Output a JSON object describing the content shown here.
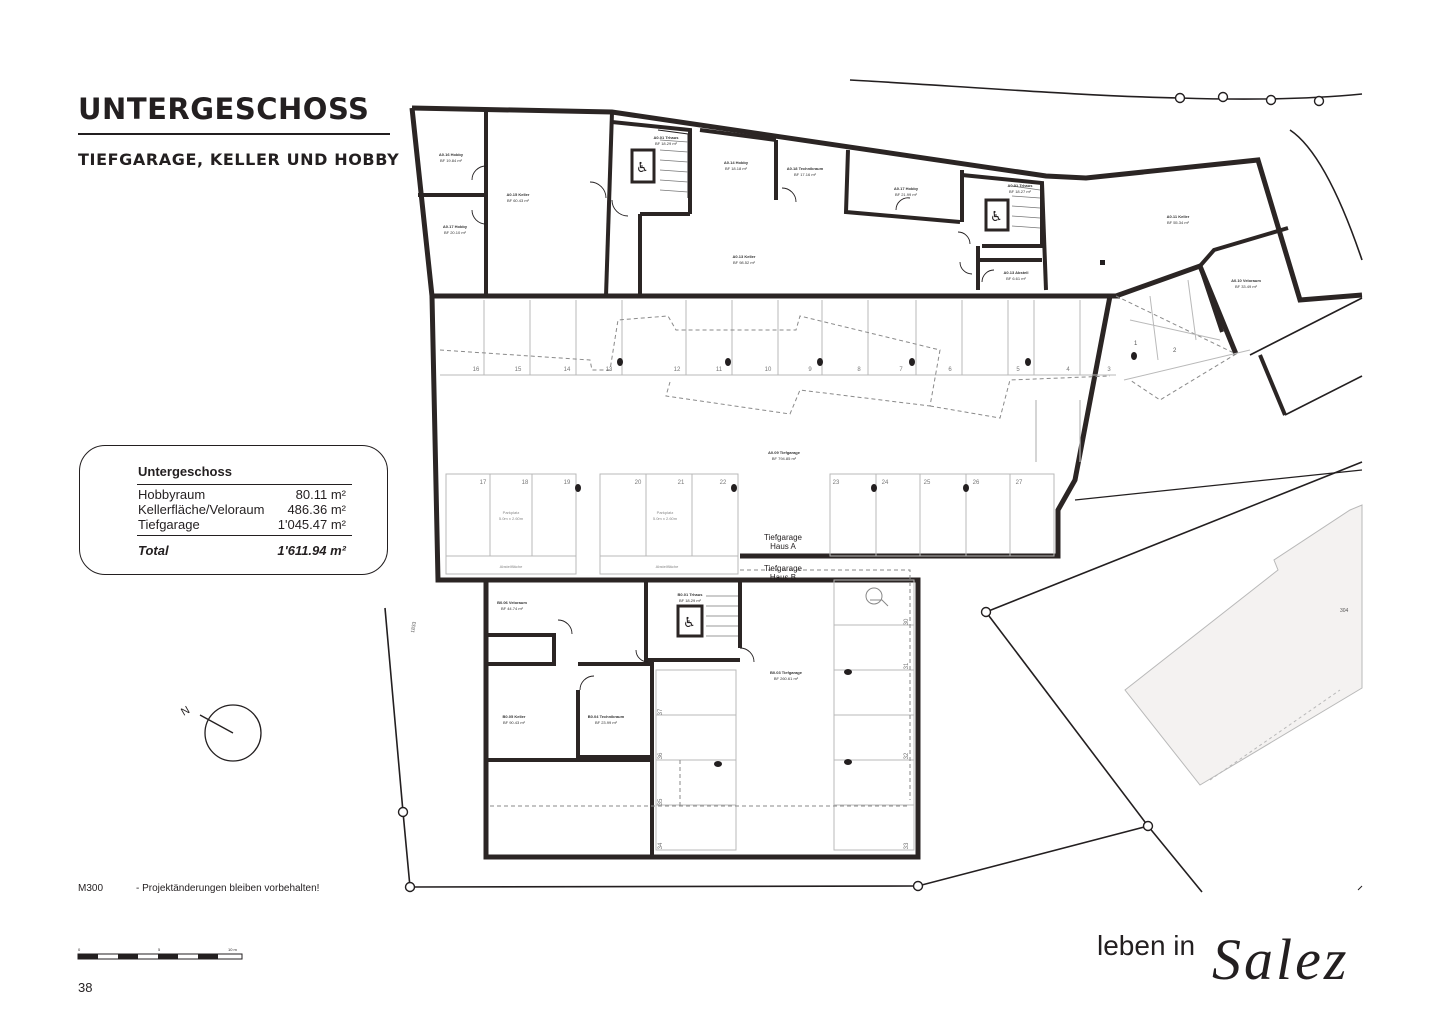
{
  "header": {
    "title": "UNTERGESCHOSS",
    "subtitle": "TIEFGARAGE, KELLER UND HOBBY"
  },
  "area_table": {
    "title": "Untergeschoss",
    "rows": [
      {
        "label": "Hobbyraum",
        "value": "80.11 m²"
      },
      {
        "label": "Kellerfläche/Veloraum",
        "value": "486.36 m²"
      },
      {
        "label": "Tiefgarage",
        "value": "1'045.47 m²"
      }
    ],
    "total_label": "Total",
    "total_value": "1'611.94 m²"
  },
  "footer": {
    "scale": "M300",
    "remark": "- Projektänderungen bleiben vorbehalten!",
    "page_number": "38",
    "scale_bar_labels": [
      "0",
      "5",
      "10 m"
    ]
  },
  "branding": {
    "prefix": "leben in",
    "name": "Salez"
  },
  "plan": {
    "compass_label": "N",
    "garage_labels": {
      "haus_a": [
        "Tiefgarage",
        "Haus A"
      ],
      "haus_b": [
        "Tiefgarage",
        "Haus B"
      ]
    },
    "rooms": {
      "a016": [
        "A0.16 Hobby",
        "BF 19.84 m²"
      ],
      "a017": [
        "A0.17 Hobby",
        "BF 20.10 m²"
      ],
      "a015": [
        "A0.15 Keller",
        "BF 60.43 m²"
      ],
      "a001": [
        "A0.01 Trhaus",
        "BF 18.29 m²"
      ],
      "a014": [
        "A0.14 Hobby",
        "BF 18.18 m²"
      ],
      "a018": [
        "A0.18 Technikraum",
        "BF 17.16 m²"
      ],
      "a017b": [
        "A0.17 Hobby",
        "BF 21.99 m²"
      ],
      "a013k": [
        "A0.13 Keller",
        "BF 98.52 m²"
      ],
      "a0trb": [
        "A0.01 Trhaus",
        "BF 18.27 m²"
      ],
      "a013a": [
        "A0.13 Abstell",
        "BF 6.61 m²"
      ],
      "a011": [
        "A0.11 Keller",
        "BF 55.34 m²"
      ],
      "a010": [
        "A0.10 Veloraum",
        "BF 33.49 m²"
      ],
      "a009": [
        "A0.09 Tiefgarage",
        "BF 794.85 m²"
      ],
      "b006": [
        "B0.06 Veloraum",
        "BF 44.74 m²"
      ],
      "b001": [
        "B0.01 Trhaus",
        "BF 18.29 m²"
      ],
      "b003": [
        "B0.03 Tiefgarage",
        "BF 260.61 m²"
      ],
      "b005": [
        "B0.05 Keller",
        "BF 90.43 m²"
      ],
      "b004": [
        "B0.04 Technikraum",
        "BF 23.99 m²"
      ]
    },
    "parkplatz_a": [
      "Parkplatz",
      "5.0m x 2.60m"
    ],
    "parkplatz_b": [
      "Parkplatz",
      "5.0m x 2.60m"
    ],
    "abstell_a": "Abstellfläche",
    "abstell_b": "Abstellfläche",
    "spaces_top": [
      "16",
      "15",
      "14",
      "13",
      "12",
      "11",
      "10",
      "9",
      "8",
      "7",
      "6",
      "5",
      "4",
      "3"
    ],
    "spaces_mid_left": [
      "17",
      "18",
      "19"
    ],
    "spaces_mid_center": [
      "20",
      "21",
      "22"
    ],
    "spaces_mid_right": [
      "23",
      "24",
      "25",
      "26",
      "27"
    ],
    "spaces_b": [
      "37",
      "36",
      "35",
      "34",
      "33",
      "32",
      "31",
      "30"
    ],
    "neighbour_label": "304",
    "plot_label": "1833",
    "ramp_marks": [
      "1",
      "2"
    ]
  },
  "colors": {
    "ink": "#231f20",
    "wall": "#2b2524",
    "light_line": "#b9b9b9",
    "dashed": "#8a8a8a",
    "neighbour_fill": "#f4f2f1"
  }
}
